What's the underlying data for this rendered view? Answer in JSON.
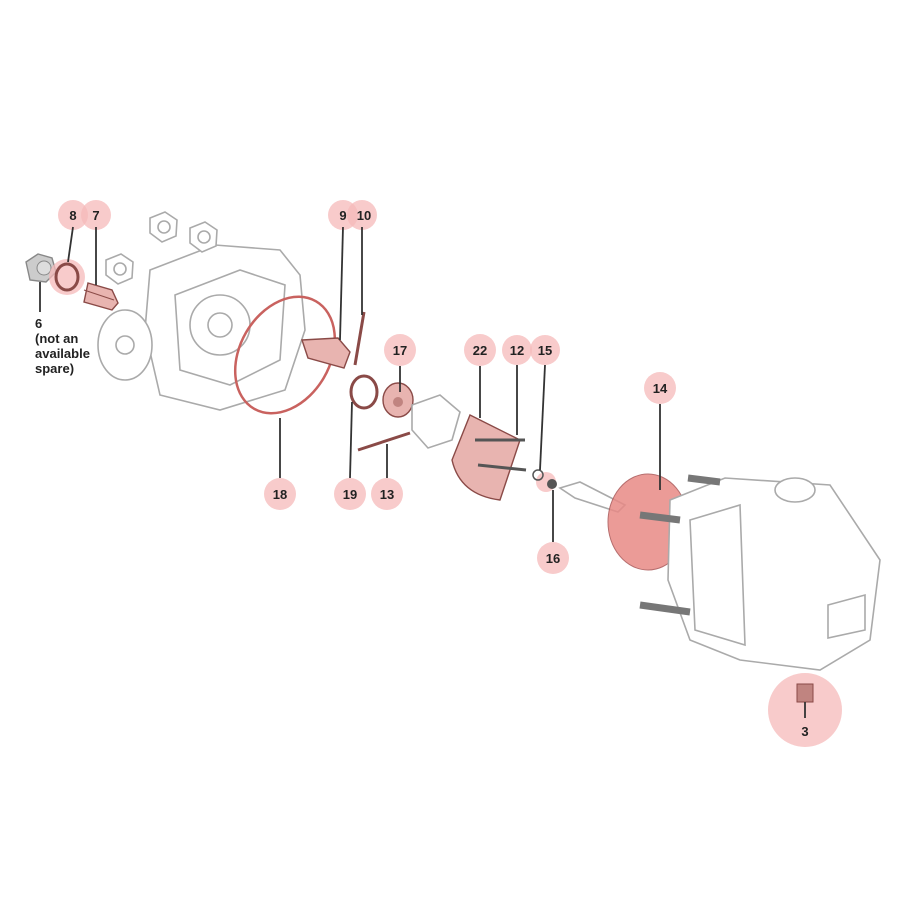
{
  "callouts": {
    "c8": "8",
    "c7": "7",
    "c9": "9",
    "c10": "10",
    "c17": "17",
    "c22": "22",
    "c12": "12",
    "c15": "15",
    "c14": "14",
    "c18": "18",
    "c19": "19",
    "c13": "13",
    "c16": "16",
    "c3": "3"
  },
  "note6": {
    "number": "6",
    "lines": [
      "(not an",
      "available",
      "spare)"
    ]
  },
  "colors": {
    "bubble": "#f6b9b9",
    "part": "#e8b4b0",
    "outline": "#aaaaaa"
  }
}
